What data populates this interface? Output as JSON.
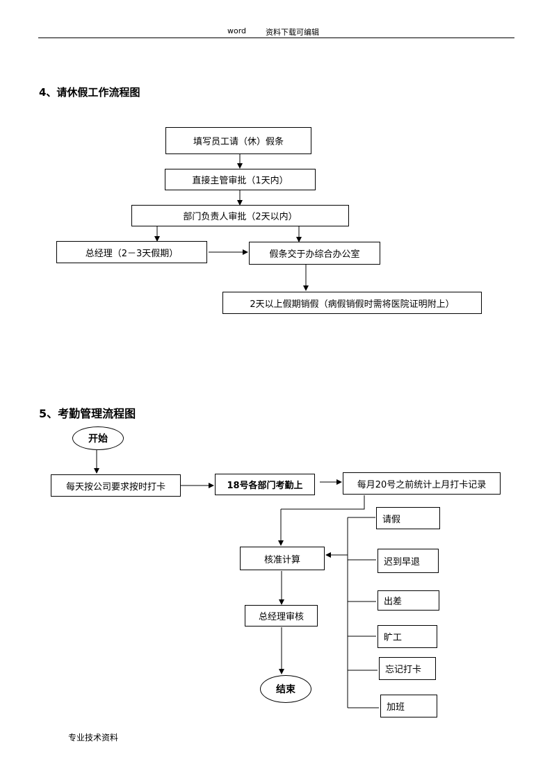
{
  "header": {
    "left": "word",
    "right": "资料下载可编辑"
  },
  "leave_flow": {
    "title": "4、请休假工作流程图",
    "steps": {
      "fill_form": "填写员工请（休）假条",
      "supervisor": "直接主管审批（1天内）",
      "dept_head": "部门负责人审批（2天以内）",
      "gm": "总经理（2－3天假期）",
      "submit_office": "假条交于办综合办公室",
      "cancel_leave": "2天以上假期销假（病假销假时需将医院证明附上）"
    }
  },
  "attendance_flow": {
    "title": "5、考勤管理流程图",
    "start": "开始",
    "end": "结束",
    "steps": {
      "daily_clock": "每天按公司要求按时打卡",
      "dept_report": "18号各部门考勤上",
      "monthly_stats": "每月20号之前统计上月打卡记录",
      "verify_calc": "核准计算",
      "gm_review": "总经理审核"
    },
    "categories": [
      "请假",
      "迟到早退",
      "出差",
      "旷工",
      "忘记打卡",
      "加班"
    ]
  },
  "footer": "专业技术资料"
}
